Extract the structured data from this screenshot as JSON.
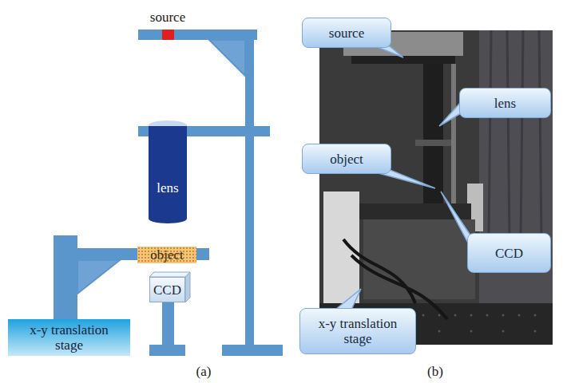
{
  "diagram": {
    "nodes": [
      {
        "text": [
          "lens"
        ]
      },
      {
        "text": [
          "object"
        ]
      },
      {
        "text": [
          "CCD"
        ]
      },
      {
        "text": [
          "x-y translation stage"
        ]
      },
      {
        "text": [
          "source"
        ]
      },
      {
        "text": [
          "lens"
        ]
      },
      {
        "text": [
          "object"
        ]
      },
      {
        "text": [
          "CCD"
        ]
      },
      {
        "text": [
          "x-y translation stage"
        ]
      }
    ],
    "labels": [
      "source",
      "(a)",
      "(b)"
    ]
  }
}
